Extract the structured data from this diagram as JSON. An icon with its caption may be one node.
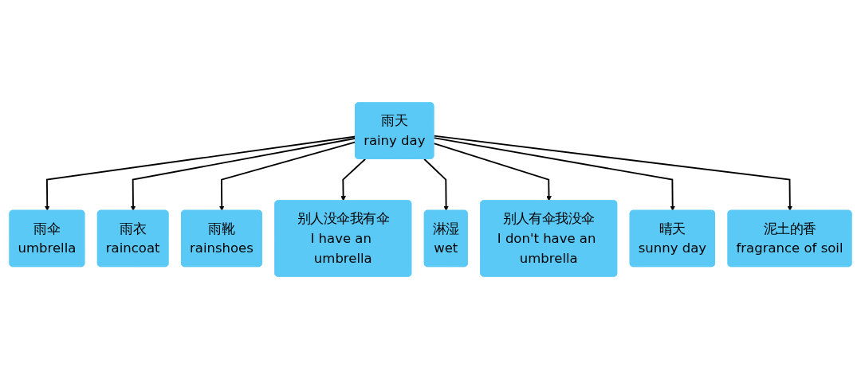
{
  "diagram": {
    "nodes": [
      {
        "text": [
          "雨伞",
          "umbrella"
        ]
      },
      {
        "text": [
          "雨衣",
          "raincoat"
        ]
      },
      {
        "text": [
          "雨靴",
          "rainshoes"
        ]
      },
      {
        "text": [
          "别人没伞我有伞",
          "I have an umbrella"
        ]
      },
      {
        "text": [
          "雨天",
          "rainy day"
        ]
      },
      {
        "text": [
          "淋湿",
          "wet"
        ]
      },
      {
        "text": [
          "别人有伞我没伞",
          "I don't have an umbrella"
        ]
      },
      {
        "text": [
          "晴天",
          "sunny day"
        ]
      },
      {
        "text": [
          "泥土的香",
          "fragrance of soil"
        ]
      }
    ],
    "edges": [
      {
        "from": 4,
        "to": 0,
        "arrow": "to"
      },
      {
        "from": 4,
        "to": 1,
        "arrow": "to"
      },
      {
        "from": 4,
        "to": 2,
        "arrow": "to"
      },
      {
        "from": 4,
        "to": 3,
        "arrow": "to"
      },
      {
        "from": 4,
        "to": 5,
        "arrow": "to"
      },
      {
        "from": 4,
        "to": 6,
        "arrow": "to"
      },
      {
        "from": 4,
        "to": 7,
        "arrow": "to"
      },
      {
        "from": 4,
        "to": 8,
        "arrow": "to"
      }
    ]
  }
}
